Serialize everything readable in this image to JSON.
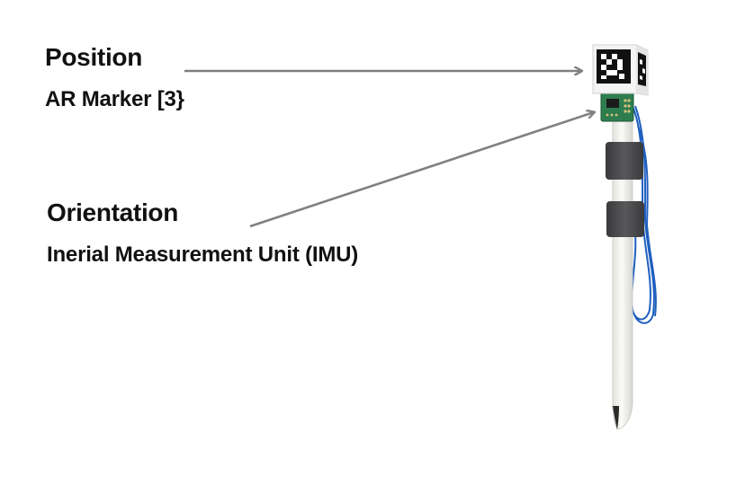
{
  "labels": {
    "position_heading": "Position",
    "marker_caption": "AR Marker [3}",
    "orientation_heading": "Orientation",
    "imu_caption": "Inerial Measurement Unit (IMU)"
  },
  "colors": {
    "text": "#111111",
    "arrow": "#808080",
    "pen_body": "#f2f2ee",
    "strap": "#4a4a4c",
    "pcb": "#2e7d4f",
    "wire": "#1f5fbf",
    "marker_black": "#111111"
  },
  "icons": {
    "position_arrow": "arrow-right-icon",
    "orientation_arrow": "arrow-up-right-icon"
  }
}
